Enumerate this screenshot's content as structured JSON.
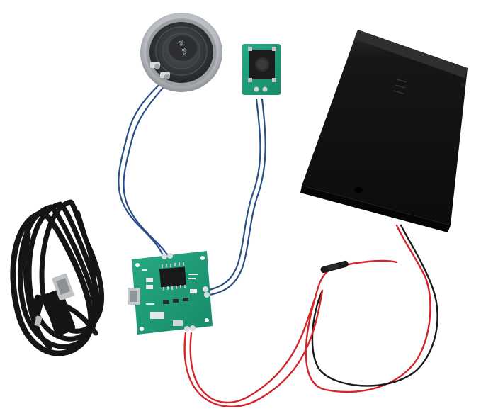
{
  "image": {
    "background": "#ffffff",
    "objects": [
      "usb-cable-coil",
      "speaker",
      "push-button-module",
      "battery-box",
      "sound-module-board",
      "wires"
    ]
  },
  "colors": {
    "pcb_green": "#1f9e7a",
    "cable_black": "#151515",
    "battery_box": "#111111",
    "wire_blue": "#2a4f86",
    "wire_red": "#d3252a",
    "wire_black": "#1a1a1a",
    "speaker_metal": "#cfd1d3",
    "speaker_cone": "#3a3c3f"
  },
  "labels": {
    "speaker_print": "2W 8Ω"
  }
}
